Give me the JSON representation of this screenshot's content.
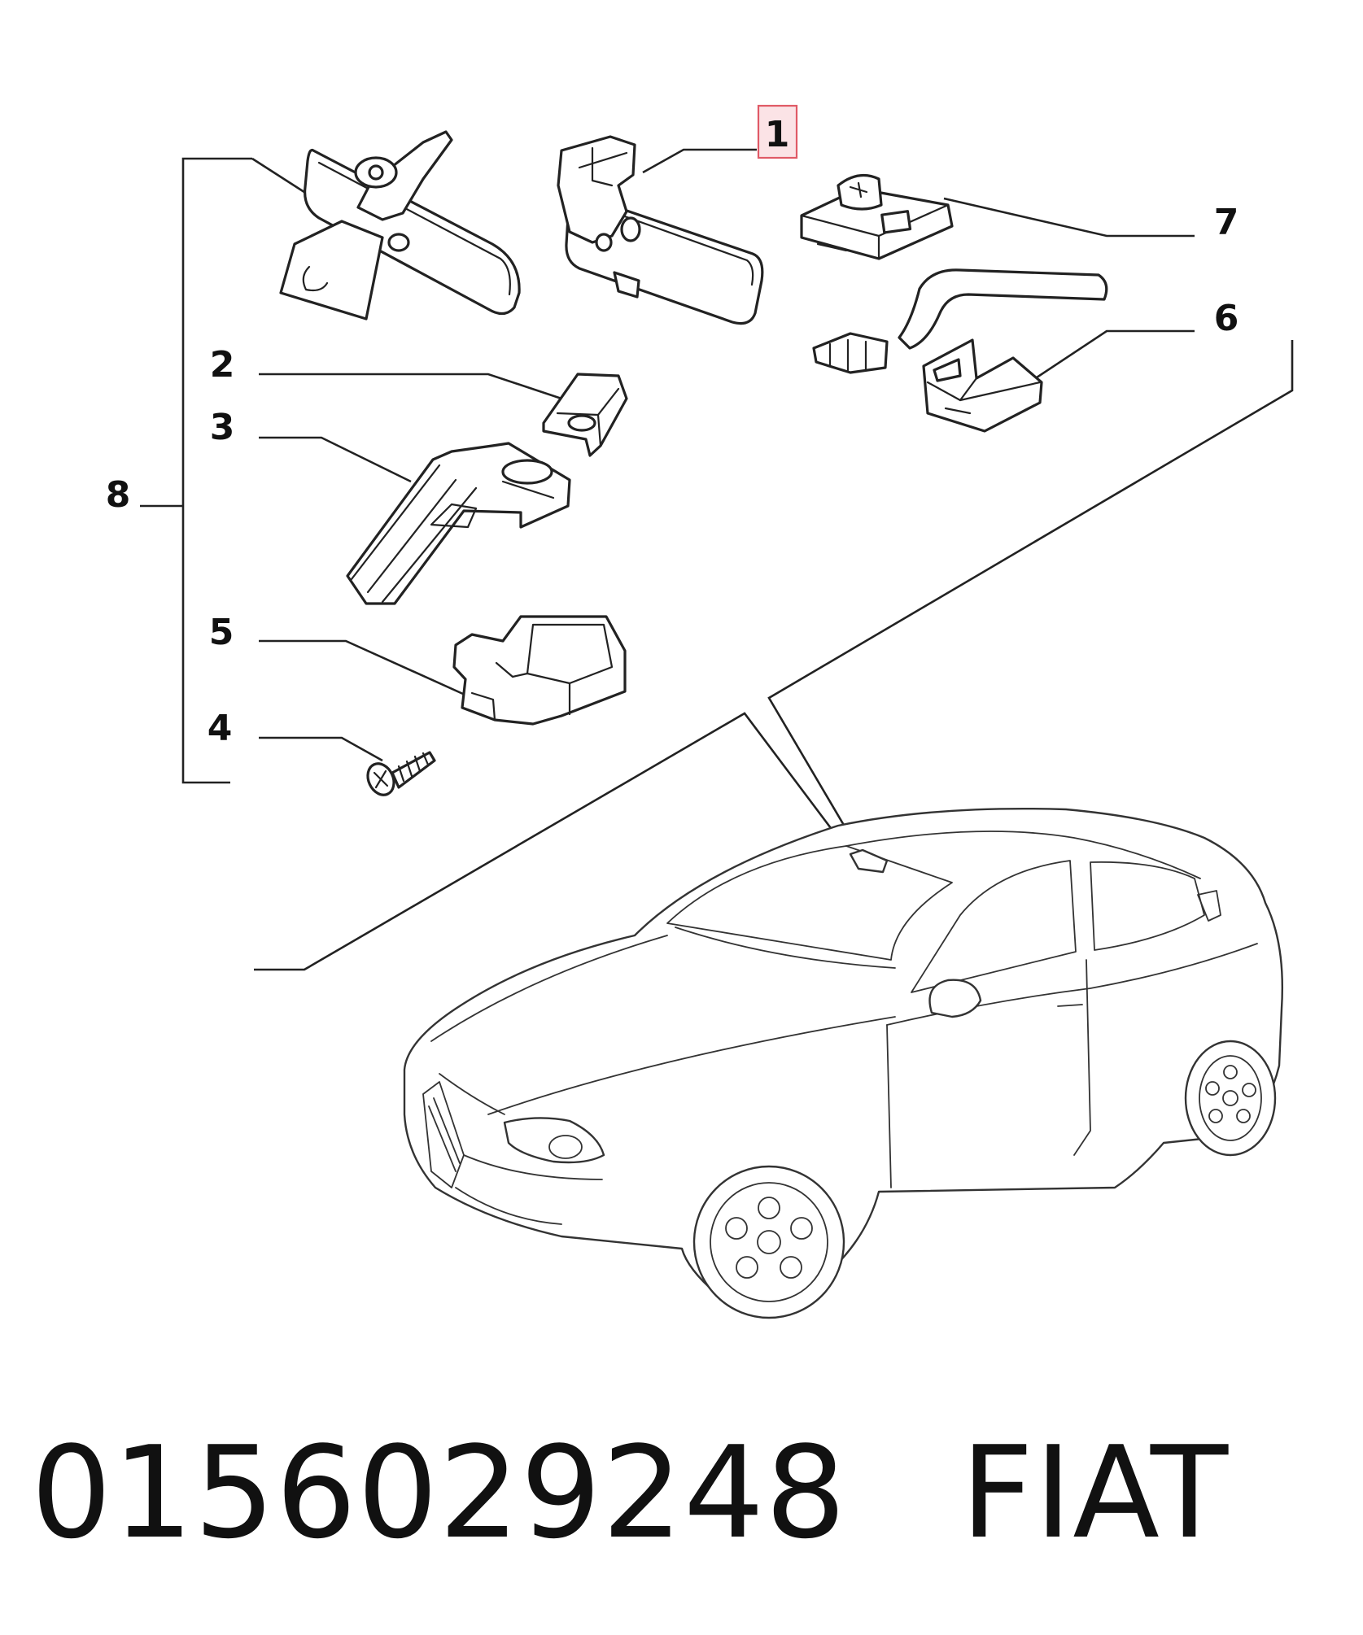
{
  "diagram": {
    "callouts": [
      {
        "id": "1",
        "label": "1"
      },
      {
        "id": "2",
        "label": "2"
      },
      {
        "id": "3",
        "label": "3"
      },
      {
        "id": "4",
        "label": "4"
      },
      {
        "id": "5",
        "label": "5"
      },
      {
        "id": "6",
        "label": "6"
      },
      {
        "id": "7",
        "label": "7"
      },
      {
        "id": "8",
        "label": "8"
      }
    ],
    "highlighted_callout": "1",
    "highlight_color": "#e05a66",
    "highlight_fill": "#fbe3e6"
  },
  "footer": {
    "part_number": "0156029248",
    "brand": "FIAT"
  }
}
